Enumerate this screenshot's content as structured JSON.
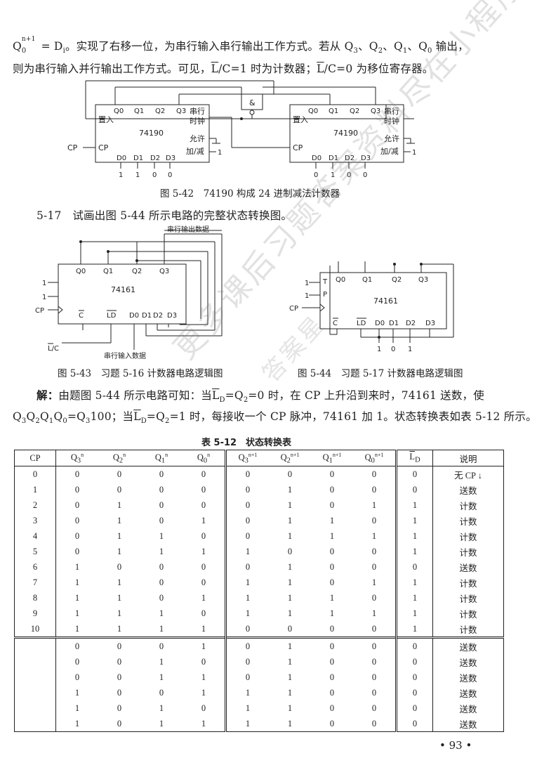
{
  "intro": {
    "line1_a": "Q",
    "line1_sub": "0",
    "line1_sup": "n+1",
    "line1_b": " = D",
    "line1_sub2": "i",
    "line1_c": "。实现了右移一位，为串行输入串行输出工作方式。若从 Q",
    "line1_q3": "3",
    "line1_d": "、Q",
    "line1_q2": "2",
    "line1_e": "、Q",
    "line1_q1": "1",
    "line1_f": "、Q",
    "line1_q0": "0",
    "line1_g": " 输出，",
    "line2_a": "则为串行输入并行输出工作方式。可见，",
    "line2_l": "L",
    "line2_b": "/C=1 时为计数器；",
    "line2_l2": "L",
    "line2_c": "/C=0 为移位寄存器。"
  },
  "fig542": {
    "caption": "图 5-42　74190 构成 24 进制减法计数器",
    "chip": "74190",
    "gate": "&",
    "preset": "置入",
    "serial_clock_1": "串行",
    "serial_clock_2": "时钟",
    "enable": "允许",
    "updown": "加/减",
    "cp": "CP",
    "q_labels": [
      "Q0",
      "Q1",
      "Q2",
      "Q3"
    ],
    "d_labels": [
      "D0",
      "D1",
      "D2",
      "D3"
    ],
    "left_inputs": [
      "1",
      "1",
      "0",
      "0"
    ],
    "right_inputs": [
      "0",
      "1",
      "0",
      "0"
    ],
    "one": "1"
  },
  "problem": {
    "number": "5-17",
    "text": "试画出图 5-44 所示电路的完整状态转换图。"
  },
  "fig543": {
    "caption": "图 5-43　习题 5-16 计数器电路逻辑图",
    "chip": "74161",
    "serial_out": "串行输出数据",
    "serial_in": "串行输入数据",
    "lc": "L/C",
    "cp": "CP",
    "ones": [
      "1",
      "1"
    ],
    "q_labels": [
      "Q0",
      "Q1",
      "Q2",
      "Q3"
    ],
    "bottom_labels": [
      "C",
      "LD",
      "D0",
      "D1",
      "D2",
      "D3"
    ]
  },
  "fig544": {
    "caption": "图 5-44　习题 5-17 计数器电路逻辑图",
    "chip": "74161",
    "t": "T",
    "p": "P",
    "cp": "CP",
    "ones": [
      "1",
      "1"
    ],
    "q_labels": [
      "Q0",
      "Q1",
      "Q2",
      "Q3"
    ],
    "bottom_labels": [
      "C",
      "LD",
      "D0",
      "D1",
      "D2",
      "D3"
    ],
    "bottom_inputs": [
      "1",
      "0",
      "1"
    ]
  },
  "solution": {
    "label": "解：",
    "line1_a": "由题图 5-44 所示电路可知：当",
    "line1_b": "=Q",
    "line1_c": "=0 时，在 CP 上升沿到来时，74161 送数，使",
    "line2_a": "Q",
    "line2_b": "Q",
    "line2_c": "Q",
    "line2_d": "Q",
    "line2_e": "=Q",
    "line2_f": "100；当",
    "line2_g": "=Q",
    "line2_h": "=1 时，每接收一个 CP 脉冲，74161 加 1。状态转换表如表 5-12 所示。"
  },
  "table": {
    "title": "表 5-12　状态转换表",
    "headers": [
      "CP",
      "Q3n",
      "Q2n",
      "Q1n",
      "Q0n",
      "Q3n+1",
      "Q2n+1",
      "Q1n+1",
      "Q0n+1",
      "LD",
      "说明"
    ],
    "rows": [
      [
        "0",
        "0",
        "0",
        "0",
        "0",
        "0",
        "0",
        "0",
        "0",
        "0",
        "无 CP ↓"
      ],
      [
        "1",
        "0",
        "0",
        "0",
        "0",
        "0",
        "1",
        "0",
        "0",
        "0",
        "送数"
      ],
      [
        "2",
        "0",
        "1",
        "0",
        "0",
        "0",
        "1",
        "0",
        "1",
        "1",
        "计数"
      ],
      [
        "3",
        "0",
        "1",
        "0",
        "1",
        "0",
        "1",
        "1",
        "0",
        "1",
        "计数"
      ],
      [
        "4",
        "0",
        "1",
        "1",
        "0",
        "0",
        "1",
        "1",
        "1",
        "1",
        "计数"
      ],
      [
        "5",
        "0",
        "1",
        "1",
        "1",
        "1",
        "0",
        "0",
        "0",
        "1",
        "计数"
      ],
      [
        "6",
        "1",
        "0",
        "0",
        "0",
        "0",
        "1",
        "0",
        "0",
        "0",
        "送数"
      ],
      [
        "7",
        "1",
        "1",
        "0",
        "0",
        "1",
        "1",
        "0",
        "1",
        "1",
        "计数"
      ],
      [
        "8",
        "1",
        "1",
        "0",
        "1",
        "1",
        "1",
        "1",
        "0",
        "1",
        "计数"
      ],
      [
        "9",
        "1",
        "1",
        "1",
        "0",
        "1",
        "1",
        "1",
        "1",
        "1",
        "计数"
      ],
      [
        "10",
        "1",
        "1",
        "1",
        "1",
        "0",
        "0",
        "0",
        "0",
        "1",
        "计数"
      ]
    ],
    "rows2": [
      [
        "",
        "0",
        "0",
        "0",
        "1",
        "0",
        "1",
        "0",
        "0",
        "0",
        "送数"
      ],
      [
        "",
        "0",
        "0",
        "1",
        "0",
        "0",
        "1",
        "0",
        "0",
        "0",
        "送数"
      ],
      [
        "",
        "0",
        "0",
        "1",
        "1",
        "0",
        "1",
        "0",
        "0",
        "0",
        "送数"
      ],
      [
        "",
        "1",
        "0",
        "0",
        "1",
        "1",
        "1",
        "0",
        "0",
        "0",
        "送数"
      ],
      [
        "",
        "1",
        "0",
        "1",
        "0",
        "1",
        "1",
        "0",
        "0",
        "0",
        "送数"
      ],
      [
        "",
        "1",
        "0",
        "1",
        "1",
        "1",
        "1",
        "0",
        "0",
        "0",
        "送数"
      ]
    ]
  },
  "page_number": "• 93 •",
  "watermark": "更多课后习题答案资料尽在小程序",
  "watermark2": "答案星"
}
